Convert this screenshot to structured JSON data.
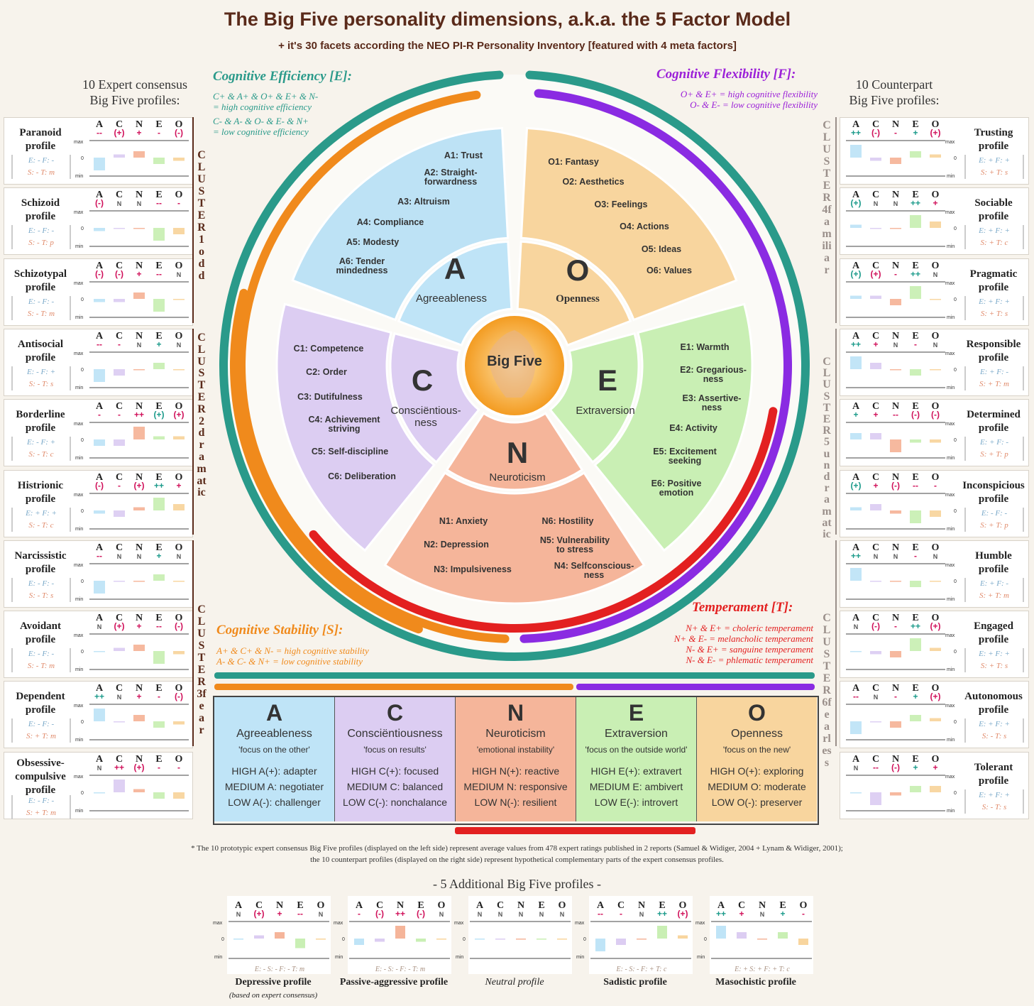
{
  "title": "The Big Five personality dimensions, a.k.a. the 5 Factor Model",
  "subtitle": "+ it's 30 facets according the NEO PI-R Personality Inventory [featured with 4 meta factors]",
  "left_header": [
    "10 Expert consensus",
    "Big Five profiles:"
  ],
  "right_header": [
    "10 Counterpart",
    "Big Five profiles:"
  ],
  "letters": [
    "A",
    "C",
    "N",
    "E",
    "O"
  ],
  "axis": {
    "max": "max",
    "zero": "0",
    "min": "min"
  },
  "colors": {
    "A": "#bfe4f7",
    "C": "#dccdf2",
    "N": "#f5b59a",
    "E": "#c9efb4",
    "O": "#f8d59e",
    "teal": "#2a9a8a",
    "orange": "#f08a1c",
    "purple": "#8a2be2",
    "red": "#e32020"
  },
  "left_profiles": [
    {
      "name": [
        "Paranoid",
        "profile"
      ],
      "signs": [
        "--",
        "(+)",
        "+",
        "-",
        "(-)"
      ],
      "vals": [
        -2,
        0.5,
        1,
        -1,
        -0.5
      ],
      "meta": [
        "E: -  F: -",
        "S: -  T: m"
      ]
    },
    {
      "name": [
        "Schizoid",
        "profile"
      ],
      "signs": [
        "(-)",
        "N",
        "N",
        "--",
        "-"
      ],
      "vals": [
        -0.5,
        0,
        0,
        -2,
        -1
      ],
      "meta": [
        "E: -  F: -",
        "S: -  T: p"
      ]
    },
    {
      "name": [
        "Schizotypal",
        "profile"
      ],
      "signs": [
        "(-)",
        "(-)",
        "+",
        "--",
        "N"
      ],
      "vals": [
        -0.5,
        -0.5,
        1,
        -2,
        0
      ],
      "meta": [
        "E: -  F: -",
        "S: -  T: m"
      ]
    },
    {
      "name": [
        "Antisocial",
        "profile"
      ],
      "signs": [
        "--",
        "-",
        "N",
        "+",
        "N"
      ],
      "vals": [
        -2,
        -1,
        0,
        1,
        0
      ],
      "meta": [
        "E: -  F: +",
        "S: -  T: s"
      ]
    },
    {
      "name": [
        "Borderline",
        "profile"
      ],
      "signs": [
        "-",
        "-",
        "++",
        "(+)",
        "(+)"
      ],
      "vals": [
        -1,
        -1,
        2,
        0.5,
        0.5
      ],
      "meta": [
        "E: -  F: +",
        "S: -  T: c"
      ]
    },
    {
      "name": [
        "Histrionic",
        "profile"
      ],
      "signs": [
        "(-)",
        "-",
        "(+)",
        "++",
        "+"
      ],
      "vals": [
        -0.5,
        -1,
        0.5,
        2,
        1
      ],
      "meta": [
        "E: +  F: +",
        "S: -  T: c"
      ]
    },
    {
      "name": [
        "Narcissistic",
        "profile"
      ],
      "signs": [
        "--",
        "N",
        "N",
        "+",
        "N"
      ],
      "vals": [
        -2,
        0,
        0,
        1,
        0
      ],
      "meta": [
        "E: -  F: -",
        "S: -  T: s"
      ]
    },
    {
      "name": [
        "Avoidant",
        "profile"
      ],
      "signs": [
        "N",
        "(+)",
        "+",
        "--",
        "(-)"
      ],
      "vals": [
        0,
        0.5,
        1,
        -2,
        -0.5
      ],
      "meta": [
        "E: -  F: -",
        "S: -  T: m"
      ]
    },
    {
      "name": [
        "Dependent",
        "profile"
      ],
      "signs": [
        "++",
        "N",
        "+",
        "-",
        "(-)"
      ],
      "vals": [
        2,
        0,
        1,
        -1,
        -0.5
      ],
      "meta": [
        "E: -  F: -",
        "S: +  T: m"
      ]
    },
    {
      "name": [
        "Obsessive-",
        "compulsive",
        "profile"
      ],
      "signs": [
        "N",
        "++",
        "(+)",
        "-",
        "-"
      ],
      "vals": [
        0,
        2,
        0.5,
        -1,
        -1
      ],
      "meta": [
        "E: -  F: -",
        "S: +  T: m"
      ]
    }
  ],
  "right_profiles": [
    {
      "name": [
        "Trusting",
        "profile"
      ],
      "signs": [
        "++",
        "(-)",
        "-",
        "+",
        "(+)"
      ],
      "vals": [
        2,
        -0.5,
        -1,
        1,
        0.5
      ],
      "meta": [
        "E: +  F: +",
        "S: +  T: s"
      ]
    },
    {
      "name": [
        "Sociable",
        "profile"
      ],
      "signs": [
        "(+)",
        "N",
        "N",
        "++",
        "+"
      ],
      "vals": [
        0.5,
        0,
        0,
        2,
        1
      ],
      "meta": [
        "E: +  F: +",
        "S: +  T: c"
      ]
    },
    {
      "name": [
        "Pragmatic",
        "profile"
      ],
      "signs": [
        "(+)",
        "(+)",
        "-",
        "++",
        "N"
      ],
      "vals": [
        0.5,
        0.5,
        -1,
        2,
        0
      ],
      "meta": [
        "E: +  F: +",
        "S: +  T: s"
      ]
    },
    {
      "name": [
        "Responsible",
        "profile"
      ],
      "signs": [
        "++",
        "+",
        "N",
        "-",
        "N"
      ],
      "vals": [
        2,
        1,
        0,
        -1,
        0
      ],
      "meta": [
        "E: +  F: -",
        "S: +  T: m"
      ]
    },
    {
      "name": [
        "Determined",
        "profile"
      ],
      "signs": [
        "+",
        "+",
        "--",
        "(-)",
        "(-)"
      ],
      "vals": [
        1,
        1,
        -2,
        -0.5,
        -0.5
      ],
      "meta": [
        "E: +  F: -",
        "S: +  T: p"
      ]
    },
    {
      "name": [
        "Inconspicious",
        "profile"
      ],
      "signs": [
        "(+)",
        "+",
        "(-)",
        "--",
        "-"
      ],
      "vals": [
        0.5,
        1,
        -0.5,
        -2,
        -1
      ],
      "meta": [
        "E: -  F: -",
        "S: +  T: p"
      ]
    },
    {
      "name": [
        "Humble",
        "profile"
      ],
      "signs": [
        "++",
        "N",
        "N",
        "-",
        "N"
      ],
      "vals": [
        2,
        0,
        0,
        -1,
        0
      ],
      "meta": [
        "E: +  F: -",
        "S: +  T: m"
      ]
    },
    {
      "name": [
        "Engaged",
        "profile"
      ],
      "signs": [
        "N",
        "(-)",
        "-",
        "++",
        "(+)"
      ],
      "vals": [
        0,
        -0.5,
        -1,
        2,
        0.5
      ],
      "meta": [
        "E: +  F: +",
        "S: +  T: s"
      ]
    },
    {
      "name": [
        "Autonomous",
        "profile"
      ],
      "signs": [
        "--",
        "N",
        "-",
        "+",
        "(+)"
      ],
      "vals": [
        -2,
        0,
        -1,
        1,
        0.5
      ],
      "meta": [
        "E: +  F: +",
        "S: -  T: s"
      ]
    },
    {
      "name": [
        "Tolerant",
        "profile"
      ],
      "signs": [
        "N",
        "--",
        "(-)",
        "+",
        "+"
      ],
      "vals": [
        0,
        -2,
        -0.5,
        1,
        1
      ],
      "meta": [
        "E: +  F: +",
        "S: -  T: s"
      ]
    }
  ],
  "clusters_left": [
    {
      "text": "CLUSTER 1 odd"
    },
    {
      "text": "CLUSTER 2 dramatic"
    },
    {
      "text": "CLUSTER 3 fear"
    }
  ],
  "clusters_right": [
    {
      "text": "CLUSTER 4 familiar"
    },
    {
      "text": "CLUSTER 5 undramatic"
    },
    {
      "text": "CLUSTER 6 fearless"
    }
  ],
  "meta_factors": {
    "E": {
      "title": "Cognitive Efficiency [E]:",
      "lines": [
        "C+ & A+ & O+ & E+ & N-",
        "= high cognitive efficiency",
        "C- & A- & O- & E- & N+",
        "= low cognitive efficiency"
      ]
    },
    "F": {
      "title": "Cognitive Flexibility [F]:",
      "lines": [
        "O+ & E+ = high cognitive flexibility",
        "O- & E- = low cognitive flexibility"
      ]
    },
    "T": {
      "title": "Temperament [T]:",
      "lines": [
        "N+ & E+ = choleric temperament",
        "N+ & E- = melancholic temperament",
        "N- & E+ = sanguine temperament",
        "N- & E- = phlematic temperament"
      ]
    },
    "S": {
      "title": "Cognitive Stability [S]:",
      "lines": [
        "A+ & C+ & N- = high cognitive stability",
        "A- & C- & N+ = low cognitive stability"
      ]
    }
  },
  "center": {
    "label": "Big Five"
  },
  "dimensions": {
    "A": {
      "letter": "A",
      "name": "Agreeableness",
      "facets": [
        "A1: Trust",
        "A2: Straight-\nforwardness",
        "A3: Altruism",
        "A4: Compliance",
        "A5: Modesty",
        "A6: Tender\nmindedness"
      ]
    },
    "O": {
      "letter": "O",
      "name": "Openness",
      "facets": [
        "O1: Fantasy",
        "O2: Aesthetics",
        "O3: Feelings",
        "O4: Actions",
        "O5: Ideas",
        "O6: Values"
      ]
    },
    "C": {
      "letter": "C",
      "name": "Consciëntious-\nness",
      "facets": [
        "C1: Competence",
        "C2: Order",
        "C3: Dutifulness",
        "C4: Achievement\nstriving",
        "C5: Self-discipline",
        "C6: Deliberation"
      ]
    },
    "E": {
      "letter": "E",
      "name": "Extraversion",
      "facets": [
        "E1: Warmth",
        "E2: Gregarious-\nness",
        "E3: Assertive-\nness",
        "E4: Activity",
        "E5: Excitement\nseeking",
        "E6: Positive\nemotion"
      ]
    },
    "N": {
      "letter": "N",
      "name": "Neuroticism",
      "facets": [
        "N1: Anxiety",
        "N2: Depression",
        "N3: Impulsiveness",
        "N4: Selfconscious-\nness",
        "N5: Vulnerability\nto stress",
        "N6: Hostility"
      ]
    }
  },
  "table": [
    {
      "letter": "A",
      "name": "Agreeableness",
      "focus": "'focus on the other'",
      "high": "HIGH A(+): adapter",
      "med": "MEDIUM A: negotiater",
      "low": "LOW A(-): challenger"
    },
    {
      "letter": "C",
      "name": "Consciëntiousness",
      "focus": "'focus on results'",
      "high": "HIGH C(+): focused",
      "med": "MEDIUM C: balanced",
      "low": "LOW C(-): nonchalance"
    },
    {
      "letter": "N",
      "name": "Neuroticism",
      "focus": "'emotional instability'",
      "high": "HIGH N(+): reactive",
      "med": "MEDIUM N: responsive",
      "low": "LOW N(-): resilient"
    },
    {
      "letter": "E",
      "name": "Extraversion",
      "focus": "'focus on the outside world'",
      "high": "HIGH E(+): extravert",
      "med": "MEDIUM E: ambivert",
      "low": "LOW E(-): introvert"
    },
    {
      "letter": "O",
      "name": "Openness",
      "focus": "'focus on the new'",
      "high": "HIGH O(+): exploring",
      "med": "MEDIUM O: moderate",
      "low": "LOW O(-): preserver"
    }
  ],
  "footnote": [
    "* The 10 prototypic expert consensus Big Five profiles (displayed on the left side) represent average values from 478 expert ratings published in 2 reports  (Samuel & Widiger, 2004 + Lynam & Widiger, 2001);",
    "the 10 counterpart profiles (displayed on the right side) represent hypothetical complementary parts of the expert consensus profiles."
  ],
  "additional_title": "- 5 Additional Big Five profiles -",
  "bottom_profiles": [
    {
      "name": "Depressive profile",
      "sub": "(based on expert consensus)",
      "signs": [
        "N",
        "(+)",
        "+",
        "--",
        "N"
      ],
      "vals": [
        0,
        0.5,
        1,
        -1.5,
        0
      ],
      "meta": "E: -   S: -   F: -   T: m"
    },
    {
      "name": "Passive-aggressive profile",
      "sub": "",
      "signs": [
        "-",
        "(-)",
        "++",
        "(-)",
        "N"
      ],
      "vals": [
        -1,
        -0.5,
        2,
        -0.5,
        0
      ],
      "meta": "E: -   S: -   F: -   T: m"
    },
    {
      "name": "Neutral profile",
      "sub": "",
      "signs": [
        "N",
        "N",
        "N",
        "N",
        "N"
      ],
      "vals": [
        0,
        0,
        0,
        0,
        0
      ],
      "meta": ""
    },
    {
      "name": "Sadistic profile",
      "sub": "",
      "signs": [
        "--",
        "-",
        "N",
        "++",
        "(+)"
      ],
      "vals": [
        -2,
        -1,
        0,
        2,
        0.5
      ],
      "meta": "E: -   S: -   F: +   T: c"
    },
    {
      "name": "Masochistic profile",
      "sub": "",
      "signs": [
        "++",
        "+",
        "N",
        "+",
        "-"
      ],
      "vals": [
        2,
        1,
        0,
        1,
        -1
      ],
      "meta": "E: +   S: +   F: +   T: c"
    }
  ]
}
